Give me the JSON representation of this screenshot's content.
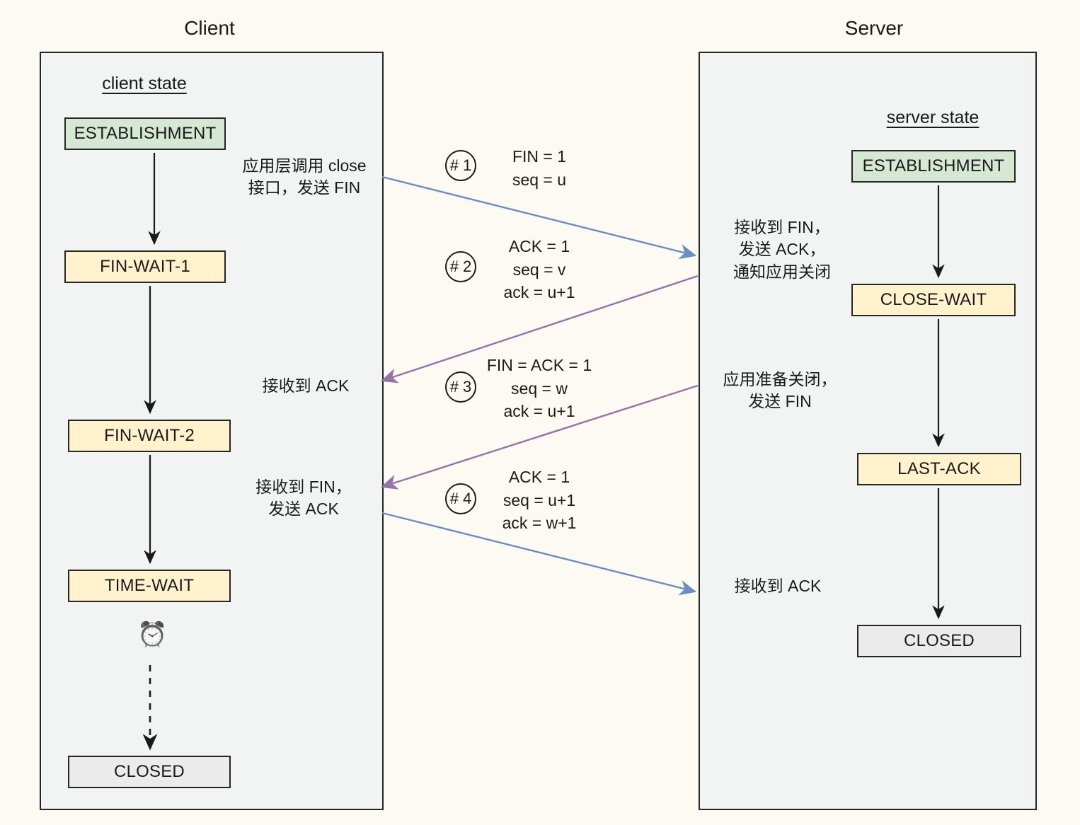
{
  "headers": {
    "client": "Client",
    "server": "Server"
  },
  "client": {
    "state_heading": "client state",
    "states": [
      {
        "label": "ESTABLISHMENT",
        "color": "green"
      },
      {
        "label": "FIN-WAIT-1",
        "color": "yellow"
      },
      {
        "label": "FIN-WAIT-2",
        "color": "yellow"
      },
      {
        "label": "TIME-WAIT",
        "color": "yellow"
      },
      {
        "label": "CLOSED",
        "color": "gray"
      }
    ],
    "timer_icon": "⏰",
    "notes": [
      "应用层调用 close\n接口，发送 FIN",
      "接收到 ACK",
      "接收到 FIN，\n发送 ACK"
    ]
  },
  "server": {
    "state_heading": "server state",
    "states": [
      {
        "label": "ESTABLISHMENT",
        "color": "green"
      },
      {
        "label": "CLOSE-WAIT",
        "color": "yellow"
      },
      {
        "label": "LAST-ACK",
        "color": "yellow"
      },
      {
        "label": "CLOSED",
        "color": "gray"
      }
    ],
    "notes": [
      "接收到 FIN，\n发送 ACK，\n通知应用关闭",
      "应用准备关闭，\n发送 FIN",
      "接收到 ACK"
    ]
  },
  "messages": [
    {
      "badge": "# 1",
      "direction": "client-to-server",
      "color": "#6c8ebf",
      "lines": "FIN = 1\nseq = u"
    },
    {
      "badge": "# 2",
      "direction": "server-to-client",
      "color": "#9673a6",
      "lines": "ACK = 1\nseq = v\nack = u+1"
    },
    {
      "badge": "# 3",
      "direction": "server-to-client",
      "color": "#9673a6",
      "lines": "FIN = ACK = 1\nseq = w\nack = u+1"
    },
    {
      "badge": "# 4",
      "direction": "client-to-server",
      "color": "#6c8ebf",
      "lines": "ACK = 1\nseq = u+1\nack = w+1"
    }
  ],
  "colors": {
    "page_background": "#fdfaf3",
    "panel_background": "#f2f3f3",
    "panel_border": "#262626",
    "state_green": "#d5e8d4",
    "state_yellow": "#fff2cc",
    "state_gray": "#ebebeb",
    "arrow_client_to_server": "#6c8ebf",
    "arrow_server_to_client": "#9673a6",
    "connector": "#1a1a1a"
  }
}
